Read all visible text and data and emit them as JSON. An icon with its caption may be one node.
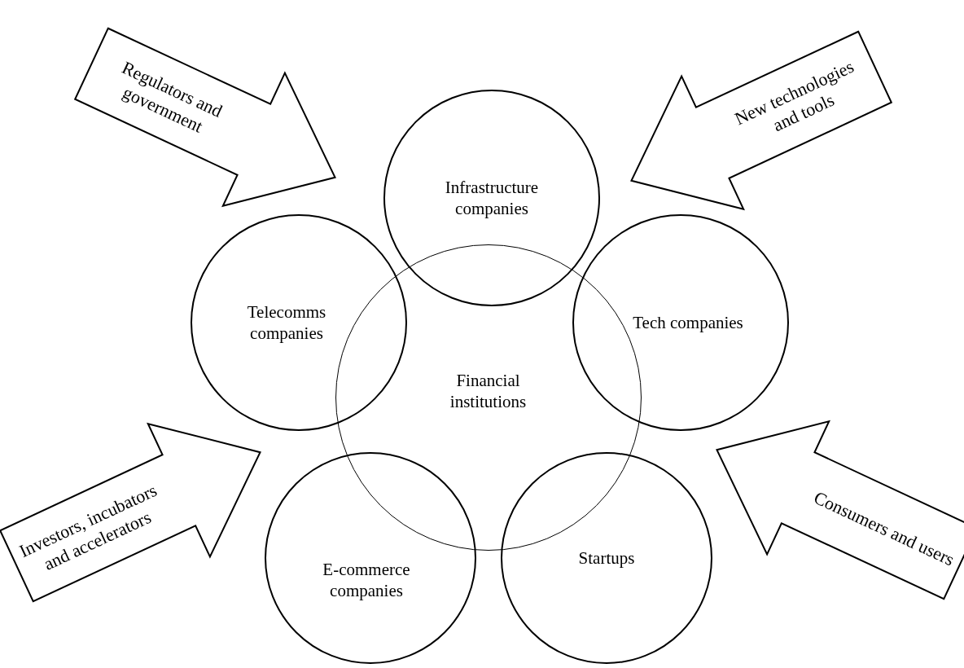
{
  "diagram": {
    "nodes": [
      {
        "text": [
          "Regulators and government"
        ]
      },
      {
        "text": [
          "New technologies and tools"
        ]
      },
      {
        "text": [
          "Infrastructure companies"
        ]
      },
      {
        "text": [
          "Telecomms companies"
        ]
      },
      {
        "text": [
          "Tech companies"
        ]
      },
      {
        "text": [
          "Financial institutions"
        ]
      },
      {
        "text": [
          "Investors, incubators and accelerators"
        ]
      },
      {
        "text": [
          "Consumers and users"
        ]
      },
      {
        "text": [
          "E-commerce companies"
        ]
      },
      {
        "text": [
          "Startups"
        ]
      }
    ]
  }
}
